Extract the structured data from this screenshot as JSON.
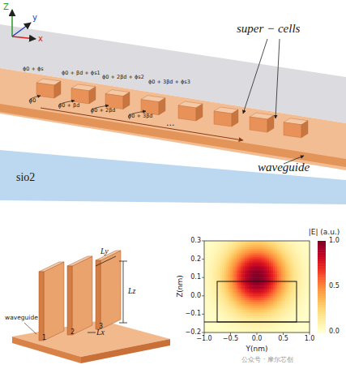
{
  "diagram": {
    "labels": [
      "Z",
      "y",
      "x",
      "super − cells",
      "ϕ0 + ϕs",
      "ϕ0 + βd + ϕs1",
      "ϕ0 + 2βd + ϕs2",
      "ϕ0 + 3βd + ϕs3",
      "ϕ0",
      "ϕ0 + βd",
      "ϕ0 + 2βd",
      "ϕ0 + 3βd",
      "...",
      "waveguide",
      "sio2",
      "waveguide",
      "1",
      "2",
      "3",
      "Ly",
      "Lz",
      "Lx",
      "|E| (a.u.)",
      "1.0",
      "0.5",
      "0.0",
      "0.3",
      "0.2",
      "0.1",
      "0.0",
      "−0.1",
      "−0.2",
      "−1.0",
      "−0.5",
      "0.0",
      "0.5",
      "1.0",
      "Z(nm)",
      "Y(nm)",
      "公众号 · 摩尔芯创"
    ]
  }
}
